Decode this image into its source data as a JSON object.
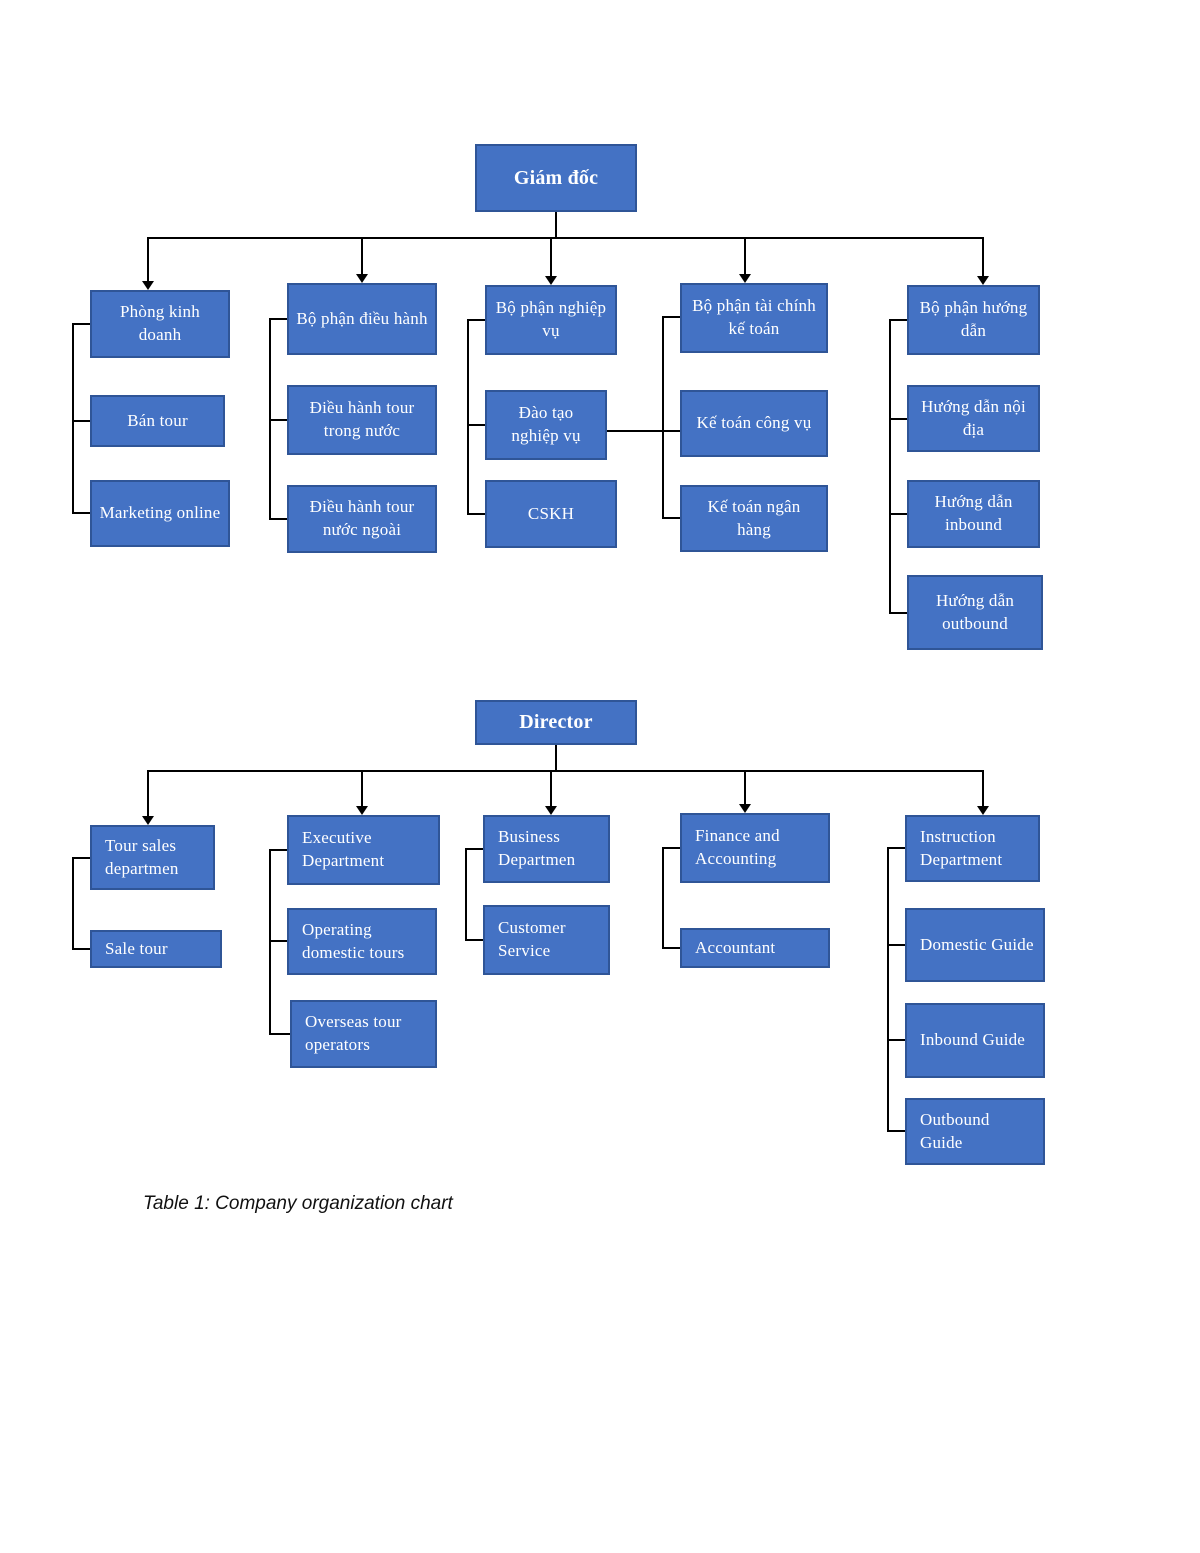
{
  "caption": "Table 1: Company organization chart",
  "colors": {
    "box_fill": "#4472C4",
    "box_border": "#2F5597",
    "box_text": "#FFFFFF",
    "connector": "#000000"
  },
  "chart1": {
    "root": "Giám đốc",
    "branches": [
      {
        "head": "Phòng kinh doanh",
        "children": [
          "Bán tour",
          "Marketing online"
        ]
      },
      {
        "head": "Bộ phận điều hành",
        "children": [
          "Điều hành tour trong nước",
          "Điều hành tour nước ngoài"
        ]
      },
      {
        "head": "Bộ phận nghiệp vụ",
        "children": [
          "Đào tạo nghiệp vụ",
          "CSKH"
        ]
      },
      {
        "head": "Bộ phận tài chính kế toán",
        "children": [
          "Kế toán công vụ",
          "Kế toán ngân hàng"
        ]
      },
      {
        "head": "Bộ phận hướng dẫn",
        "children": [
          "Hướng dẫn nội địa",
          "Hướng dẫn inbound",
          "Hướng dẫn outbound"
        ]
      }
    ]
  },
  "chart2": {
    "root": "Director",
    "branches": [
      {
        "head": "Tour sales departmen",
        "children": [
          "Sale tour"
        ]
      },
      {
        "head": "Executive Department",
        "children": [
          "Operating domestic tours",
          "Overseas tour operators"
        ]
      },
      {
        "head": "Business Departmen",
        "children": [
          "Customer Service"
        ]
      },
      {
        "head": "Finance and Accounting",
        "children": [
          "Accountant"
        ]
      },
      {
        "head": "Instruction Department",
        "children": [
          "Domestic Guide",
          "Inbound Guide",
          "Outbound Guide"
        ]
      }
    ]
  }
}
